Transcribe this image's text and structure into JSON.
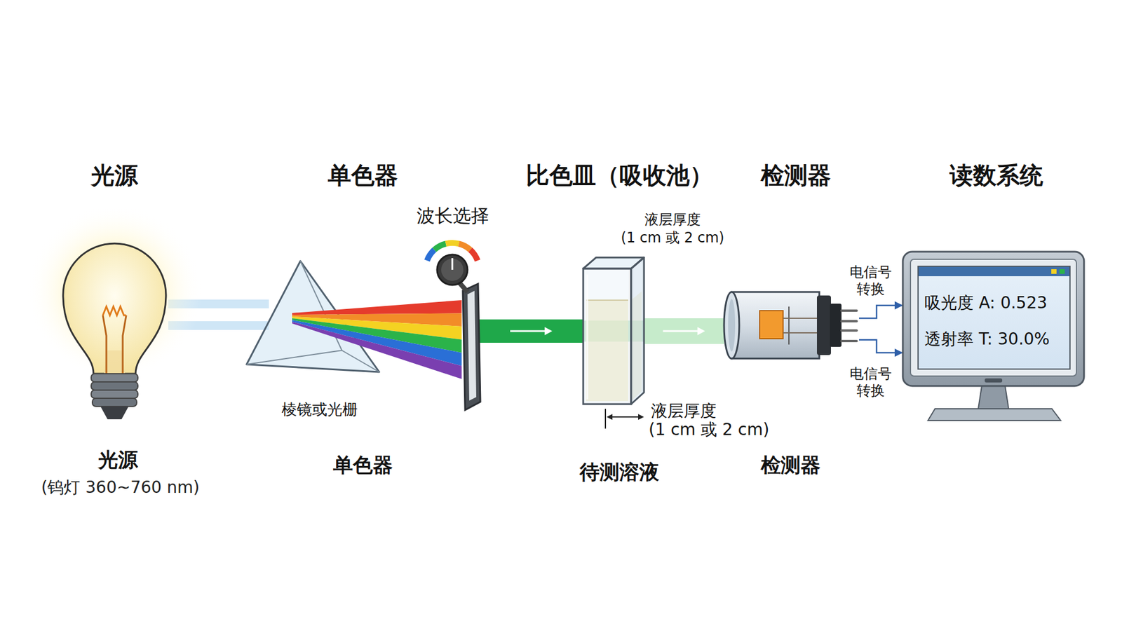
{
  "diagram": {
    "nodes": [
      {
        "text": [
          "光源",
          "光源",
          "(钨灯 360~760 nm)"
        ]
      },
      {
        "text": [
          "单色器",
          "单色器"
        ]
      },
      {
        "text": [
          "比色皿（吸收池）",
          "待测溶液"
        ]
      },
      {
        "text": [
          "检测器",
          "检测器"
        ]
      },
      {
        "text": [
          "读数系统"
        ]
      },
      {
        "text": [
          "吸光度 A: 0.523",
          "透射率 T: 30.0%"
        ],
        "in": 4
      }
    ],
    "edges": [
      {
        "from": 0,
        "to": 1,
        "arrow": "none"
      },
      {
        "from": 1,
        "to": 2,
        "arrow": "to"
      },
      {
        "from": 2,
        "to": 3,
        "arrow": "to"
      },
      {
        "from": 3,
        "to": 4,
        "label": "电信号 转换",
        "arrow": "to"
      },
      {
        "from": 3,
        "to": 4,
        "label": "电信号 转换",
        "arrow": "to"
      }
    ],
    "labels": [
      "波长选择",
      "棱镜或光栅",
      "液层厚度",
      "(1 cm 或 2 cm)",
      "液层厚度",
      "(1 cm 或 2 cm)"
    ]
  }
}
